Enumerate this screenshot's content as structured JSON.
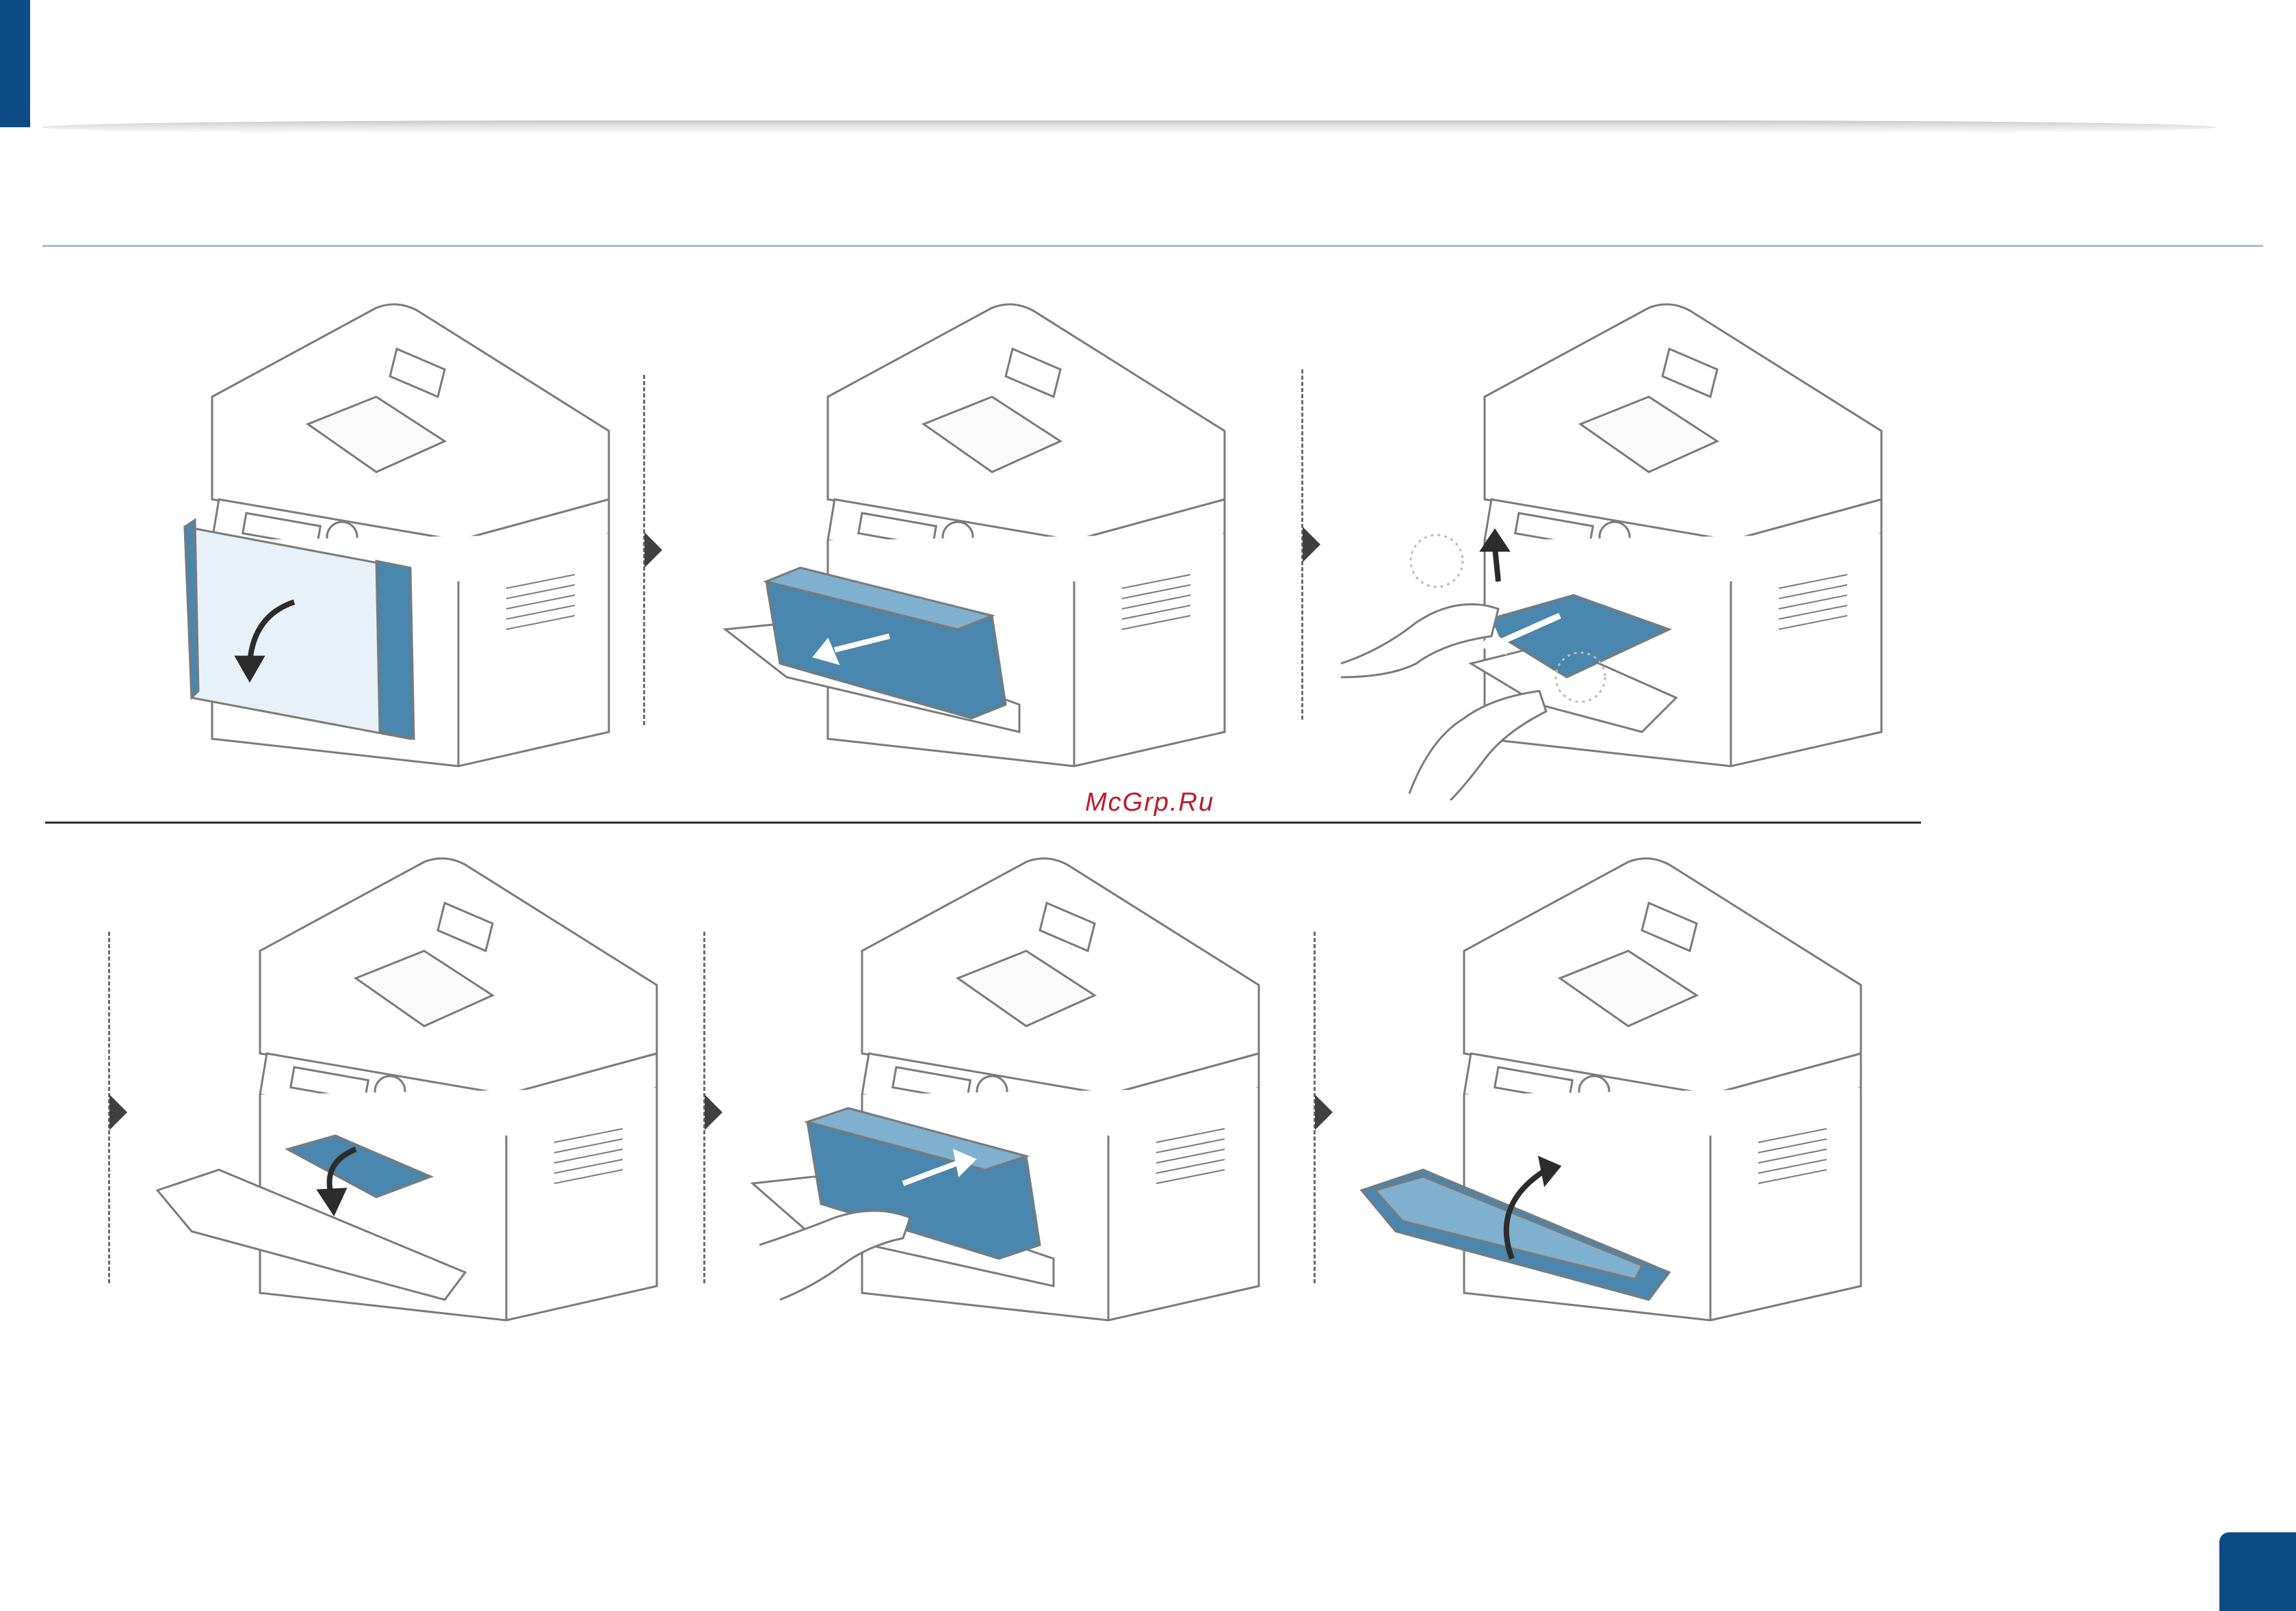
{
  "watermark_text": "McGrp.Ru",
  "colors": {
    "accent_blue": "#0d4a86",
    "part_blue": "#4a86ad",
    "line": "#7a7a7a"
  },
  "steps": [
    {
      "name": "open-tray",
      "icon": "printer-tray-open"
    },
    {
      "name": "remove-toner",
      "icon": "printer-toner-remove"
    },
    {
      "name": "pull-jammed-paper",
      "icon": "printer-paper-jam-remove"
    },
    {
      "name": "close-inner-cover",
      "icon": "printer-inner-cover"
    },
    {
      "name": "insert-toner",
      "icon": "printer-toner-insert"
    },
    {
      "name": "close-front-cover",
      "icon": "printer-front-cover-close"
    }
  ]
}
